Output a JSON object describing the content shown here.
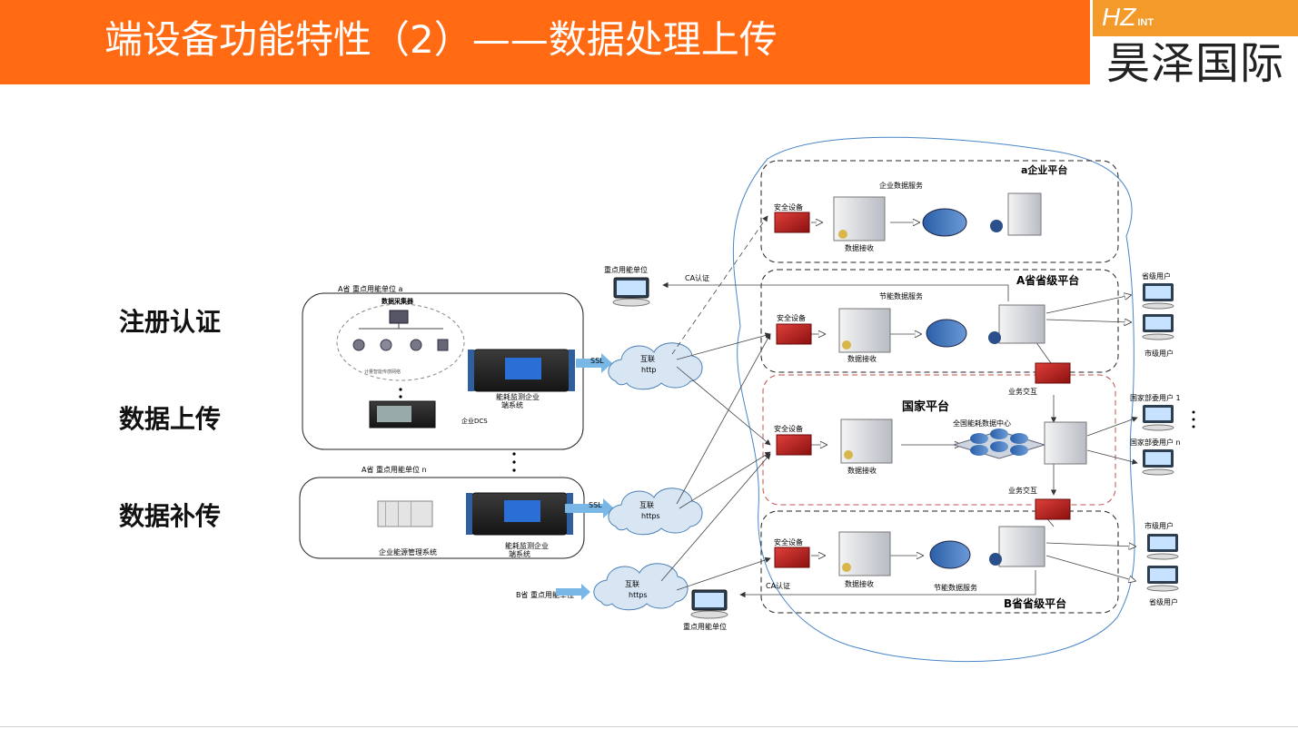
{
  "header": {
    "title": "端设备功能特性（2）——数据处理上传",
    "logo_short": "HZ",
    "logo_suffix": "INT",
    "logo_name": "昊泽国际"
  },
  "features": [
    "注册认证",
    "数据上传",
    "数据补传"
  ],
  "diagram": {
    "unit_a_label": "A省  重点用能单位 a",
    "collector_label": "数据采集器",
    "sensor_group_label": "计量智能传感网络",
    "terminal_label_1": "能耗监测企业",
    "terminal_label_2": "端系统",
    "dcs_label": "企业DCS",
    "unit_n_label": "A省  重点用能单位 n",
    "ems_label": "企业能源管理系统",
    "terminal2_label_1": "能耗监测企业",
    "terminal2_label_2": "端系统",
    "ssl_1": "SSL",
    "ssl_2": "SSL",
    "cloud_1_label": "互联",
    "cloud_1_proto": "http",
    "cloud_2_label": "互联",
    "cloud_2_proto": "https",
    "cloud_3_label": "互联",
    "cloud_3_proto": "https",
    "b_unit_label": "B省  重点用能单位",
    "key_unit_top": "重点用能单位",
    "key_unit_bottom": "重点用能单位",
    "ca_auth_top": "CA认证",
    "ca_auth_bottom": "CA认证",
    "enterprise_platform": "a企业平台",
    "enterprise_service": "企业数据服务",
    "security_device": "安全设备",
    "data_receive": "数据接收",
    "a_platform": "A省省级平台",
    "energy_service": "节能数据服务",
    "prov_user": "省级用户",
    "city_user": "市级用户",
    "biz_exchange": "业务交互",
    "national_platform": "国家平台",
    "national_center": "全国能耗数据中心",
    "ministry_user_1": "国家部委用户 1",
    "ministry_user_n": "国家部委用户 n",
    "b_platform": "B省省级平台"
  }
}
